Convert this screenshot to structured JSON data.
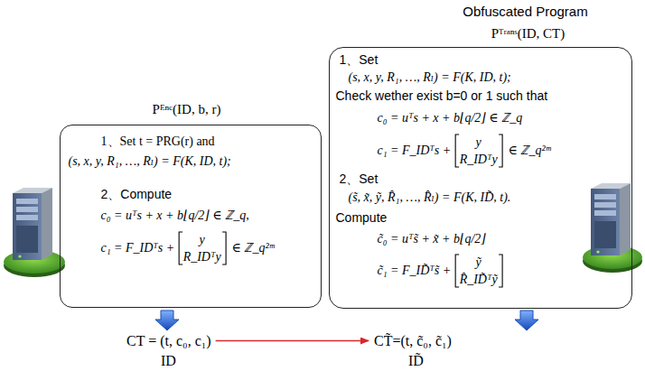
{
  "diagram": {
    "nodes": [
      {
        "text": [
          "Pᴱⁿᶜ(ID, b, r)",
          "1、Set t = PRG(r) and",
          "(s, x, y, R₁, …, Rₗ) = F(K, ID, t);",
          "2、Compute",
          "c₀ = uᵀs + x + b⌊q/2⌋ ∈ ℤ_q,",
          "c₁ = F_IDᵀs +",
          "y",
          "R_IDᵀy",
          "∈ ℤ_q²ᵐ"
        ]
      },
      {
        "text": [
          "Obfuscated Program",
          "Pᵀʳᵃⁿˢ(ID, CT)",
          "1、Set",
          "(s, x, y, R₁, …, Rₗ) = F(K, ID, t);",
          "Check wether exist b=0 or 1 such that",
          "c₀ = uᵀs + x + b⌊q/2⌋ ∈ ℤ_q",
          "c₁ = F_IDᵀs +",
          "y",
          "R_IDᵀy",
          "∈ ℤ_q²ᵐ",
          "2、Set",
          "(s̃, x̃, ỹ, R̂₁, …, R̂ₗ) = F(K, ID̃, t).",
          "Compute",
          "c̃₀ = uᵀs̃ + x̃ + b⌊q/2⌋",
          "c̃₁ = F_ID̃ᵀs̃ +",
          "ỹ",
          "R̂_ID̃ᵀỹ"
        ]
      }
    ],
    "labels": [
      "CT = (t, c₀, c₁)",
      "ID",
      "CT̃=(t, c̃₀, c̃₁)",
      "ID̃"
    ]
  }
}
